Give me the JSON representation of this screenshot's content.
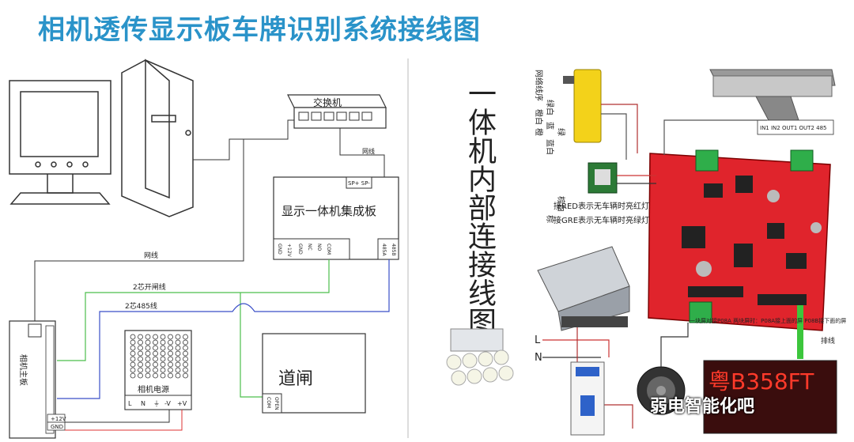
{
  "title": "相机透传显示板车牌识别系统接线图",
  "left": {
    "switch_label": "交换机",
    "net1": "网线",
    "board_label": "显示一体机集成板",
    "sp_pins": "SP+ SP-",
    "board_pins": [
      "GND",
      "+12V",
      "GND",
      "NC",
      "NO",
      "COM"
    ],
    "rs485_pins": [
      "485A",
      "485B"
    ],
    "net2": "网线",
    "gate_wire": "2芯开闸线",
    "rs485_wire": "2芯485线",
    "camera_board": "相机主板",
    "psu_label": "相机电源",
    "psu_terminals": [
      "L",
      "N",
      "⏚",
      "-V",
      "+V"
    ],
    "gate_label": "道闸",
    "gate_pins": [
      "COM",
      "OPEN"
    ],
    "power_pins": [
      "+12V",
      "GND"
    ]
  },
  "right": {
    "vertical_title": "一体机内部连接线图",
    "wire_order": [
      "网络线序",
      "橙白",
      "橙",
      "绿白",
      "蓝",
      "蓝白",
      "绿",
      "棕白",
      "棕"
    ],
    "red_note": "接RED表示无车辆时亮红灯",
    "green_note": "接GRE表示无车辆时亮绿灯",
    "terminal_labels": "IN1 IN2 OUT1 OUT2 485",
    "line_L": "L",
    "line_N": "N",
    "cable_label": "排线",
    "led_text": "粤B358FT",
    "led_note": "一块屏对接P08A 两块屏时：P08A接上面的屏 P08B接下面的屏"
  },
  "watermark": "弱电智能化吧"
}
